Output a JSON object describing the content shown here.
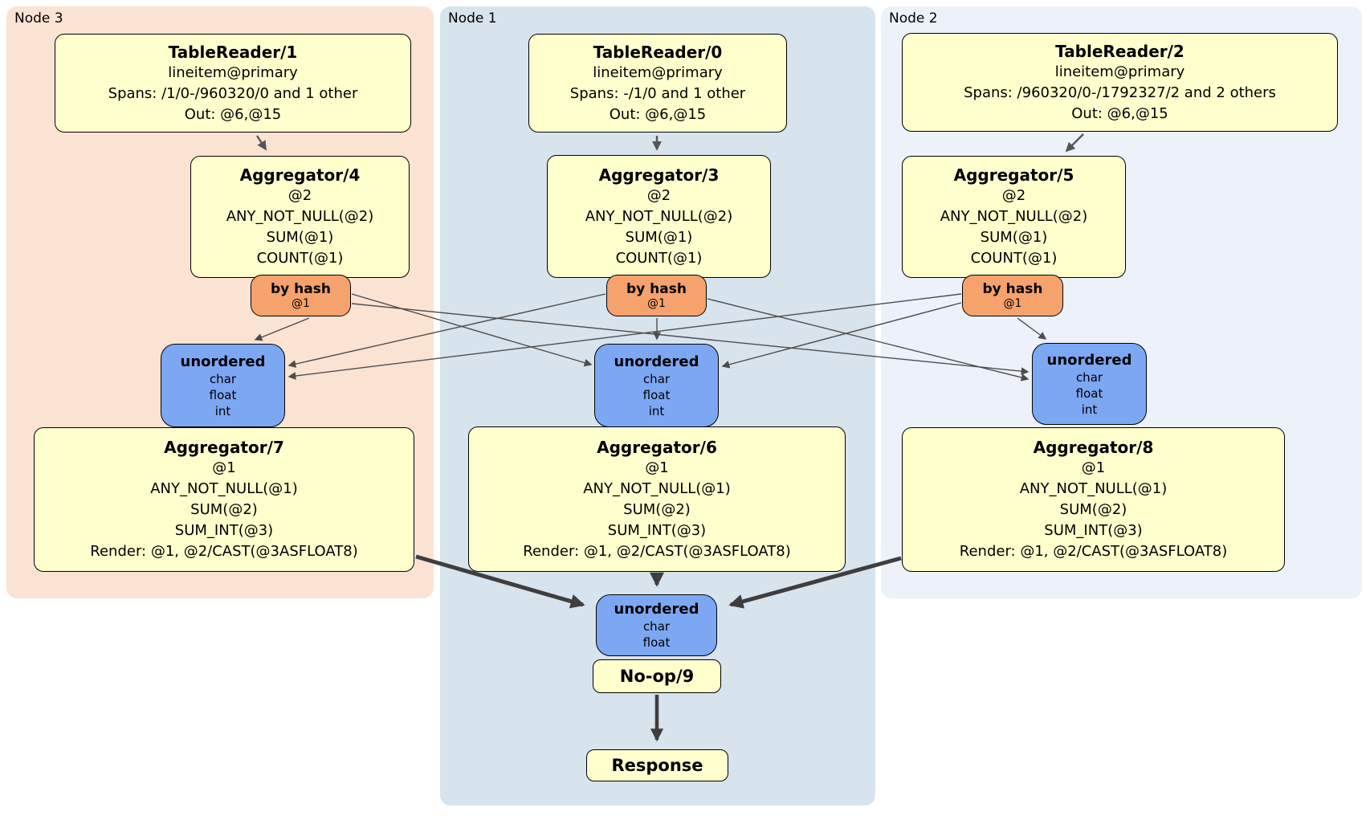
{
  "panels": {
    "node3": {
      "label": "Node 3"
    },
    "node1": {
      "label": "Node 1"
    },
    "node2": {
      "label": "Node 2"
    }
  },
  "boxes": {
    "tr1": {
      "title": "TableReader/1",
      "lines": [
        "lineitem@primary",
        "Spans: /1/0-/960320/0 and 1 other",
        "Out: @6,@15"
      ]
    },
    "tr0": {
      "title": "TableReader/0",
      "lines": [
        "lineitem@primary",
        "Spans: -/1/0 and 1 other",
        "Out: @6,@15"
      ]
    },
    "tr2": {
      "title": "TableReader/2",
      "lines": [
        "lineitem@primary",
        "Spans: /960320/0-/1792327/2 and 2 others",
        "Out: @6,@15"
      ]
    },
    "agg4": {
      "title": "Aggregator/4",
      "lines": [
        "@2",
        "ANY_NOT_NULL(@2)",
        "SUM(@1)",
        "COUNT(@1)"
      ]
    },
    "agg3": {
      "title": "Aggregator/3",
      "lines": [
        "@2",
        "ANY_NOT_NULL(@2)",
        "SUM(@1)",
        "COUNT(@1)"
      ]
    },
    "agg5": {
      "title": "Aggregator/5",
      "lines": [
        "@2",
        "ANY_NOT_NULL(@2)",
        "SUM(@1)",
        "COUNT(@1)"
      ]
    },
    "hash4": {
      "title": "by hash",
      "sub": "@1"
    },
    "hash3": {
      "title": "by hash",
      "sub": "@1"
    },
    "hash5": {
      "title": "by hash",
      "sub": "@1"
    },
    "sync_node3": {
      "title": "unordered",
      "items": [
        "char",
        "float",
        "int"
      ]
    },
    "sync_node1": {
      "title": "unordered",
      "items": [
        "char",
        "float",
        "int"
      ]
    },
    "sync_node2": {
      "title": "unordered",
      "items": [
        "char",
        "float",
        "int"
      ]
    },
    "agg7": {
      "title": "Aggregator/7",
      "lines": [
        "@1",
        "ANY_NOT_NULL(@1)",
        "SUM(@2)",
        "SUM_INT(@3)",
        "Render: @1, @2/CAST(@3ASFLOAT8)"
      ]
    },
    "agg6": {
      "title": "Aggregator/6",
      "lines": [
        "@1",
        "ANY_NOT_NULL(@1)",
        "SUM(@2)",
        "SUM_INT(@3)",
        "Render: @1, @2/CAST(@3ASFLOAT8)"
      ]
    },
    "agg8": {
      "title": "Aggregator/8",
      "lines": [
        "@1",
        "ANY_NOT_NULL(@1)",
        "SUM(@2)",
        "SUM_INT(@3)",
        "Render: @1, @2/CAST(@3ASFLOAT8)"
      ]
    },
    "sync_final": {
      "title": "unordered",
      "items": [
        "char",
        "float"
      ]
    },
    "noop": {
      "title": "No-op/9"
    },
    "response": {
      "title": "Response"
    }
  },
  "colors": {
    "panel_node3": "#fbe3d4",
    "panel_node1": "#d7e3ed",
    "panel_node2": "#edf1fa",
    "processor_box": "#ffffce",
    "hash_router": "#f6a26c",
    "sync_box": "#7ca7f3",
    "edge_thin": "#4c4c4c",
    "edge_thick": "#3e3e3e"
  }
}
